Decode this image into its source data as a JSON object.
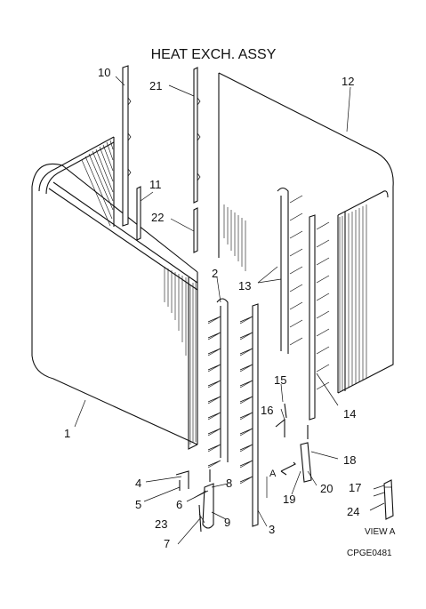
{
  "title": "HEAT EXCH. ASSY",
  "drawing_code": "CPGE0481",
  "view_label": "VIEW A",
  "arrow_label": "A",
  "callouts": {
    "c1": "1",
    "c2": "2",
    "c3": "3",
    "c4": "4",
    "c5": "5",
    "c6": "6",
    "c7": "7",
    "c8": "8",
    "c9": "9",
    "c10": "10",
    "c11": "11",
    "c12": "12",
    "c13": "13",
    "c14": "14",
    "c15": "15",
    "c16": "16",
    "c17": "17",
    "c18": "18",
    "c19": "19",
    "c20": "20",
    "c21": "21",
    "c22": "22",
    "c23": "23",
    "c24": "24"
  }
}
